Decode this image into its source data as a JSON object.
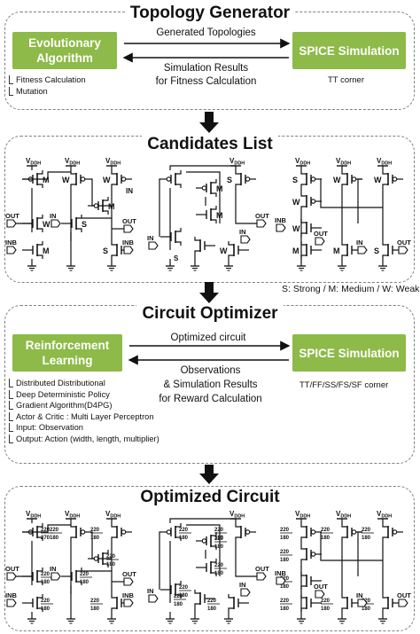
{
  "topology": {
    "title": "Topology Generator",
    "ea_label": "Evolutionary Algorithm",
    "spice_label": "SPICE Simulation",
    "arrow_right": "Generated Topologies",
    "arrow_left_1": "Simulation Results",
    "arrow_left_2": "for Fitness Calculation",
    "bullets": [
      "Fitness Calculation",
      "Mutation"
    ],
    "corner": "TT corner"
  },
  "candidates": {
    "title": "Candidates List",
    "legend": "S: Strong / M: Medium / W: Weak"
  },
  "optimizer": {
    "title": "Circuit Optimizer",
    "rl_label": "Reinforcement Learning",
    "spice_label": "SPICE Simulation",
    "arrow_right": "Optimized circuit",
    "arrow_left_1": "Observations",
    "arrow_left_2": "& Simulation Results",
    "arrow_left_3": "for Reward Calculation",
    "bullets": [
      "Distributed Distributional",
      "Deep Deterministic Policy",
      "Gradient Algorithm(D4PG)",
      "Actor & Critic : Multi Layer Perceptron",
      "Input: Observation",
      "Output: Action (width, length, multiplier)"
    ],
    "corners": "TT/FF/SS/FS/SF corner"
  },
  "optimized": {
    "title": "Optimized Circuit"
  },
  "schematic_labels": {
    "vddh": "VDDH",
    "out": "OUT",
    "in": "IN",
    "inb": "INB",
    "s": "S",
    "m": "M",
    "w": "W",
    "size_220_270": "220\n270",
    "size_220_180": "220\n180",
    "size_220_220": "220\n220"
  }
}
